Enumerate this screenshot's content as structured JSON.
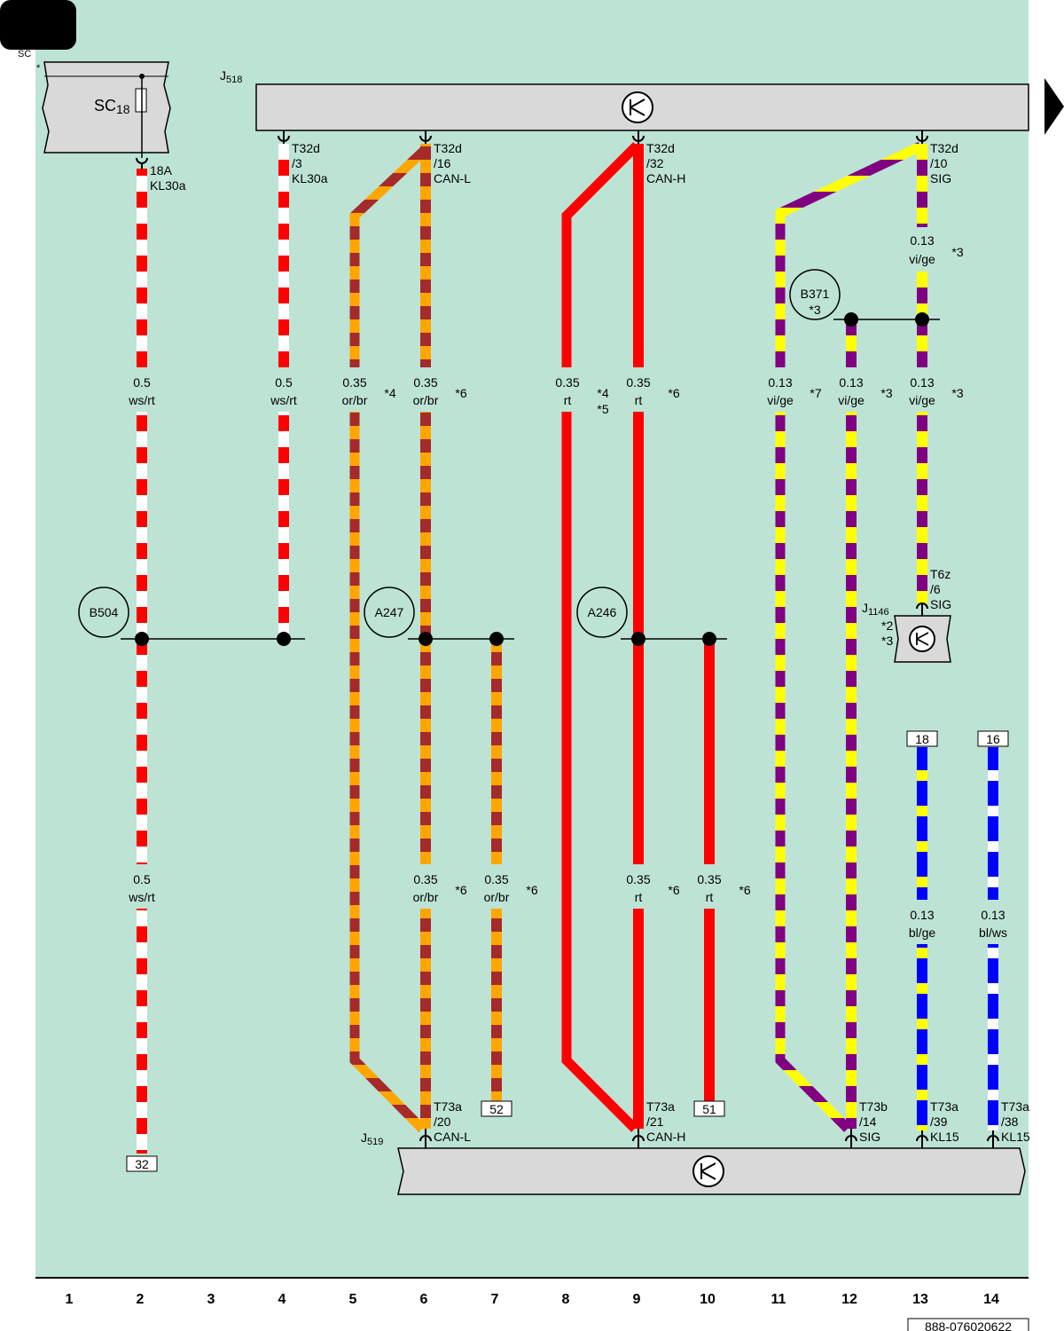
{
  "colors": {
    "background": "#bde3d5",
    "component_fill": "#d9d9d9",
    "red": "#ff0000",
    "white": "#ffffff",
    "orange": "#ffa500",
    "brown": "#a52a2a",
    "violet": "#800080",
    "yellow": "#ffff00",
    "blue": "#0000ff"
  },
  "header": {
    "tab_text": "SC"
  },
  "components": {
    "sc18": {
      "label": "SC",
      "sub": "18",
      "star": "*"
    },
    "j518": {
      "label": "J",
      "sub": "518"
    },
    "j519": {
      "label": "J",
      "sub": "519"
    },
    "j1146": {
      "label": "J",
      "sub": "1146",
      "note1": "*2",
      "note2": "*3"
    },
    "b504": "B504",
    "a247": "A247",
    "a246": "A246",
    "b371": {
      "label": "B371",
      "note": "*3"
    }
  },
  "pins": {
    "sc18_18": [
      "18A",
      "KL30a"
    ],
    "j518_t32d_3": [
      "T32d",
      "/3",
      "KL30a"
    ],
    "j518_t32d_16": [
      "T32d",
      "/16",
      "CAN-L"
    ],
    "j518_t32d_32": [
      "T32d",
      "/32",
      "CAN-H"
    ],
    "j518_t32d_10": [
      "T32d",
      "/10",
      "SIG"
    ],
    "j1146_t6z_6": [
      "T6z",
      "/6",
      "SIG"
    ],
    "j519_t73a_20": [
      "T73a",
      "/20",
      "CAN-L"
    ],
    "j519_t73a_21": [
      "T73a",
      "/21",
      "CAN-H"
    ],
    "j519_t73b_14": [
      "T73b",
      "/14",
      "SIG"
    ],
    "j519_t73a_39": [
      "T73a",
      "/39",
      "KL15"
    ],
    "j519_t73a_38": [
      "T73a",
      "/38",
      "KL15"
    ]
  },
  "wires": {
    "w2_top": [
      "0.5",
      "ws/rt"
    ],
    "w2_bot": [
      "0.5",
      "ws/rt"
    ],
    "w4": [
      "0.5",
      "ws/rt"
    ],
    "w5": [
      "0.35",
      "or/br",
      "*4"
    ],
    "w6_top": [
      "0.35",
      "or/br",
      "*6"
    ],
    "w6_bot": [
      "0.35",
      "or/br",
      "*6"
    ],
    "w7": [
      "0.35",
      "or/br",
      "*6"
    ],
    "w8": [
      "0.35",
      "rt",
      "*4",
      "*5"
    ],
    "w9_top": [
      "0.35",
      "rt",
      "*6"
    ],
    "w9_bot": [
      "0.35",
      "rt",
      "*6"
    ],
    "w10": [
      "0.35",
      "rt",
      "*6"
    ],
    "w11": [
      "0.13",
      "vi/ge",
      "*7"
    ],
    "w12": [
      "0.13",
      "vi/ge",
      "*3"
    ],
    "w13_top": [
      "0.13",
      "vi/ge",
      "*3"
    ],
    "w13_mid": [
      "0.13",
      "vi/ge",
      "*3"
    ],
    "w13_bot": [
      "0.13",
      "bl/ge"
    ],
    "w14": [
      "0.13",
      "bl/ws"
    ]
  },
  "refs": {
    "r32": "32",
    "r52": "52",
    "r51": "51",
    "r18": "18",
    "r16": "16"
  },
  "columns": [
    "1",
    "2",
    "3",
    "4",
    "5",
    "6",
    "7",
    "8",
    "9",
    "10",
    "11",
    "12",
    "13",
    "14"
  ],
  "doc_id": "888-076020622"
}
